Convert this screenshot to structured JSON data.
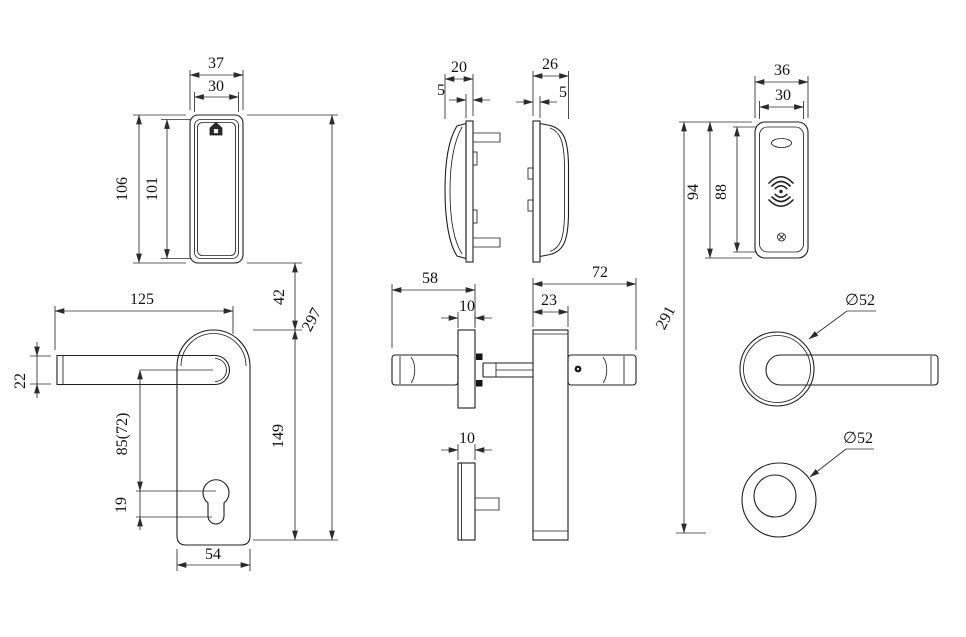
{
  "drawing": {
    "type": "technical-drawing",
    "subject": "smart-lock-handle-set-dimension-drawing",
    "colors": {
      "line": "#1f1f1f",
      "dimension_line": "#2b2b2b",
      "background": "#ffffff"
    },
    "icons": [
      "keyhole-cap-icon",
      "rfid-signal-icon",
      "card-slot-icon",
      "screw-icon",
      "set-screw-icon"
    ]
  },
  "views": {
    "interior_plate": {
      "width": "37",
      "width_inner": "30",
      "height": "106",
      "height_inner": "101"
    },
    "interior_handle": {
      "lever_length": "125",
      "lever_width": "22",
      "spacing": "85(72)",
      "keyhole_offset": "19",
      "plate_width": "54",
      "gap": "42",
      "lower_height": "149",
      "total_height": "297"
    },
    "interior_side": {
      "width": "20",
      "plate_thickness": "5"
    },
    "exterior_side": {
      "width": "26",
      "plate_thickness": "5"
    },
    "interior_handle_side": {
      "depth": "58",
      "rose_thickness": "10",
      "lower_plate_thickness": "10"
    },
    "exterior_handle_side": {
      "depth": "72",
      "plate_thickness": "23"
    },
    "exterior_plate": {
      "width": "36",
      "width_inner": "30",
      "height": "94",
      "height_inner": "88",
      "total_height": "291"
    },
    "exterior_rose": {
      "rose_diameter": "∅52",
      "escutcheon_diameter": "∅52"
    }
  }
}
